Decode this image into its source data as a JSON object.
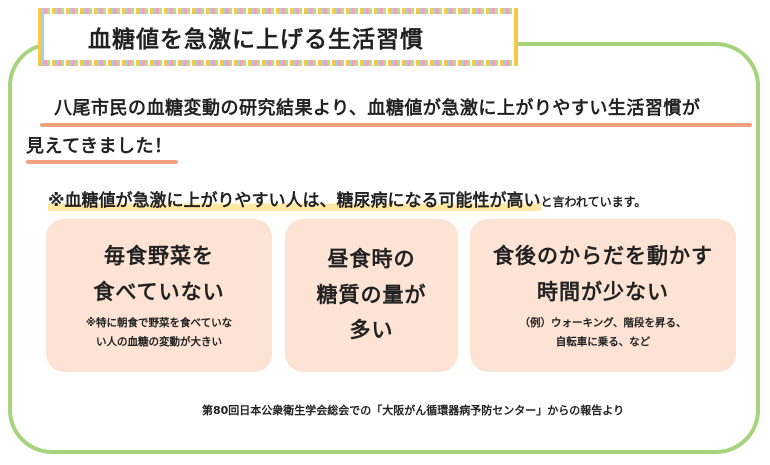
{
  "title": "血糖値を急激に上げる生活習慣",
  "lead_line1": "八尾市民の血糖変動の研究結果より、血糖値が急激に上がりやすい生活習慣が",
  "lead_line2": "見えてきました！",
  "note_main": "※血糖値が急激に上がりやすい人は、糖尿病になる可能性が高い",
  "note_tail": "と言われています。",
  "cards": [
    {
      "title_line1": "毎食野菜を",
      "title_line2": "食べていない",
      "sub_line1": "※特に朝食で野菜を食べていな",
      "sub_line2": "い人の血糖の変動が大きい"
    },
    {
      "title_line1": "昼食時の",
      "title_line2": "糖質の量が",
      "title_line3": "多い"
    },
    {
      "title_line1": "食後のからだを動かす",
      "title_line2": "時間が少ない",
      "sub_line1": "（例）ウォーキング、階段を昇る、",
      "sub_line2": "自転車に乗る、など"
    }
  ],
  "source": "第80回日本公衆衛生学会総会での「大阪がん循環器病予防センター」からの報告より",
  "colors": {
    "frame": "#a6d47d",
    "card_bg": "#fde3d3",
    "underline": "#f0a27f",
    "highlight": "#ffe8a6"
  }
}
